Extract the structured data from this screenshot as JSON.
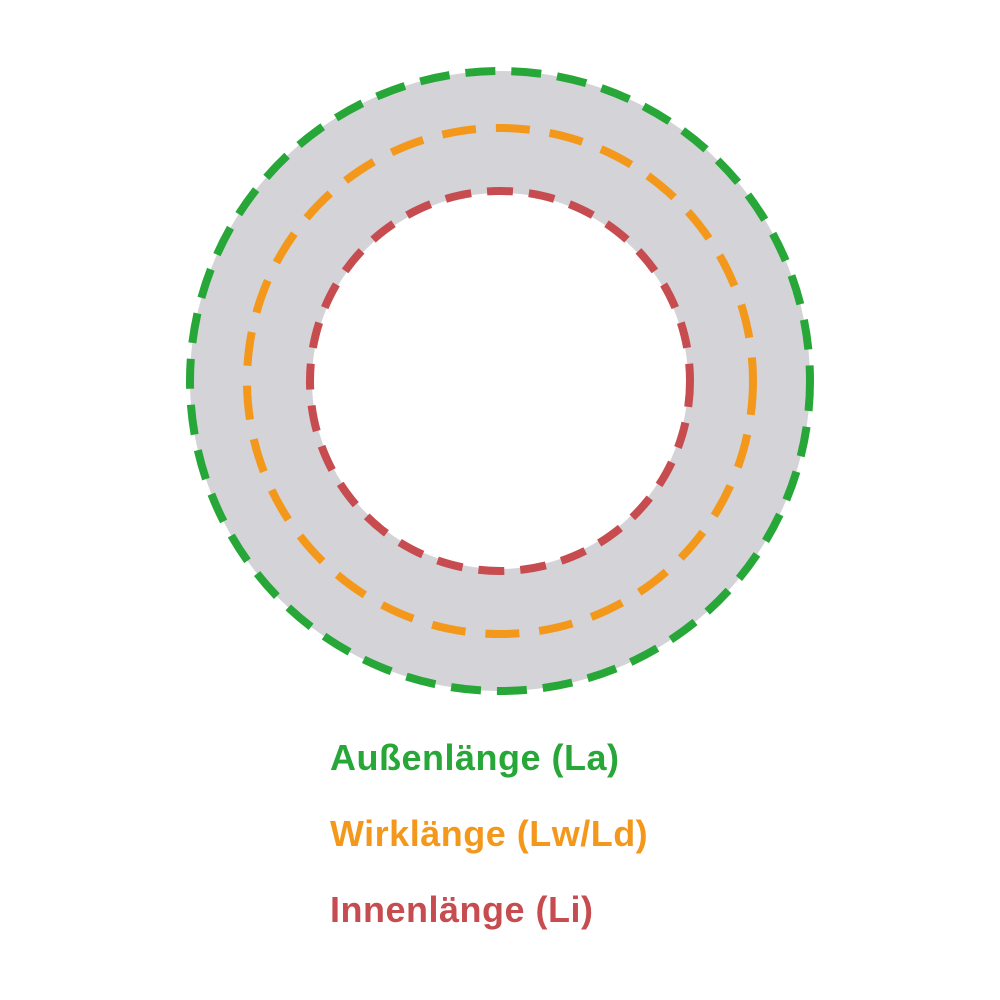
{
  "page": {
    "background": "#ffffff"
  },
  "diagram": {
    "description": "v-belt-length-measurement-diagram",
    "belt_color": "#d3d3d8",
    "rings": [
      {
        "id": "outer-length",
        "color": "#27a737"
      },
      {
        "id": "effective-length",
        "color": "#f3981b"
      },
      {
        "id": "inner-length",
        "color": "#c74c50"
      }
    ]
  },
  "legend": {
    "items": [
      {
        "id": "outer-length",
        "label": "Außenlänge (La)",
        "color": "#27a737"
      },
      {
        "id": "effective-length",
        "label": "Wirklänge (Lw/Ld)",
        "color": "#f3981b"
      },
      {
        "id": "inner-length",
        "label": "Innenlänge (Li)",
        "color": "#c74c50"
      }
    ]
  }
}
